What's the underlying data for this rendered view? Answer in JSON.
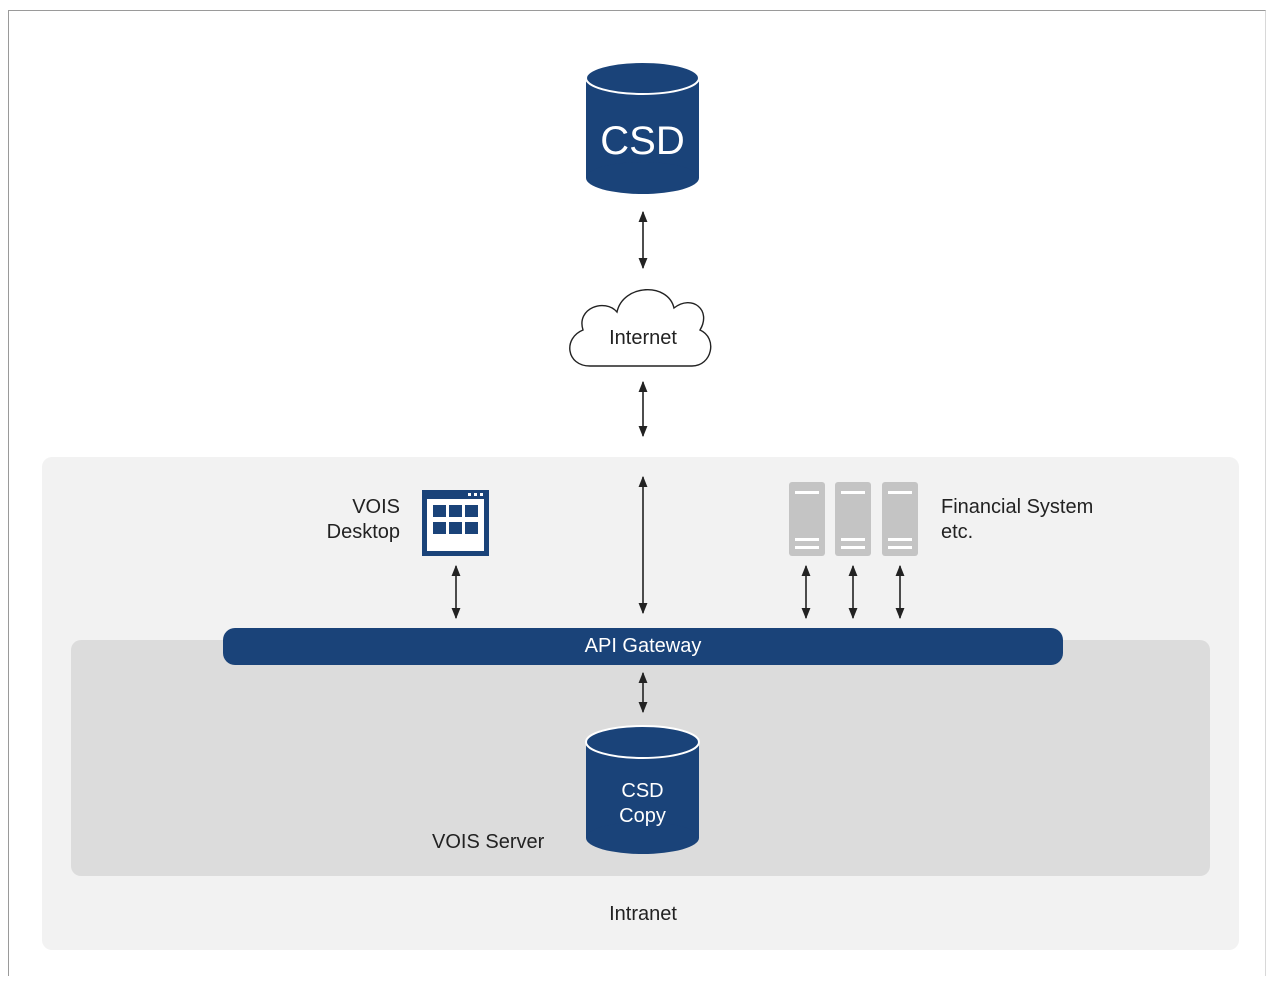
{
  "nodes": {
    "csd": "CSD",
    "internet": "Internet",
    "vois_desktop_line1": "VOIS",
    "vois_desktop_line2": "Desktop",
    "financial_line1": "Financial System",
    "financial_line2": "etc.",
    "api_gateway": "API Gateway",
    "csd_copy_line1": "CSD",
    "csd_copy_line2": "Copy",
    "vois_server": "VOIS Server",
    "intranet": "Intranet"
  },
  "colors": {
    "primary_blue": "#1a4379",
    "intranet_zone": "#f2f2f2",
    "server_zone": "#dcdcdc",
    "server_icon": "#c4c4c4"
  }
}
